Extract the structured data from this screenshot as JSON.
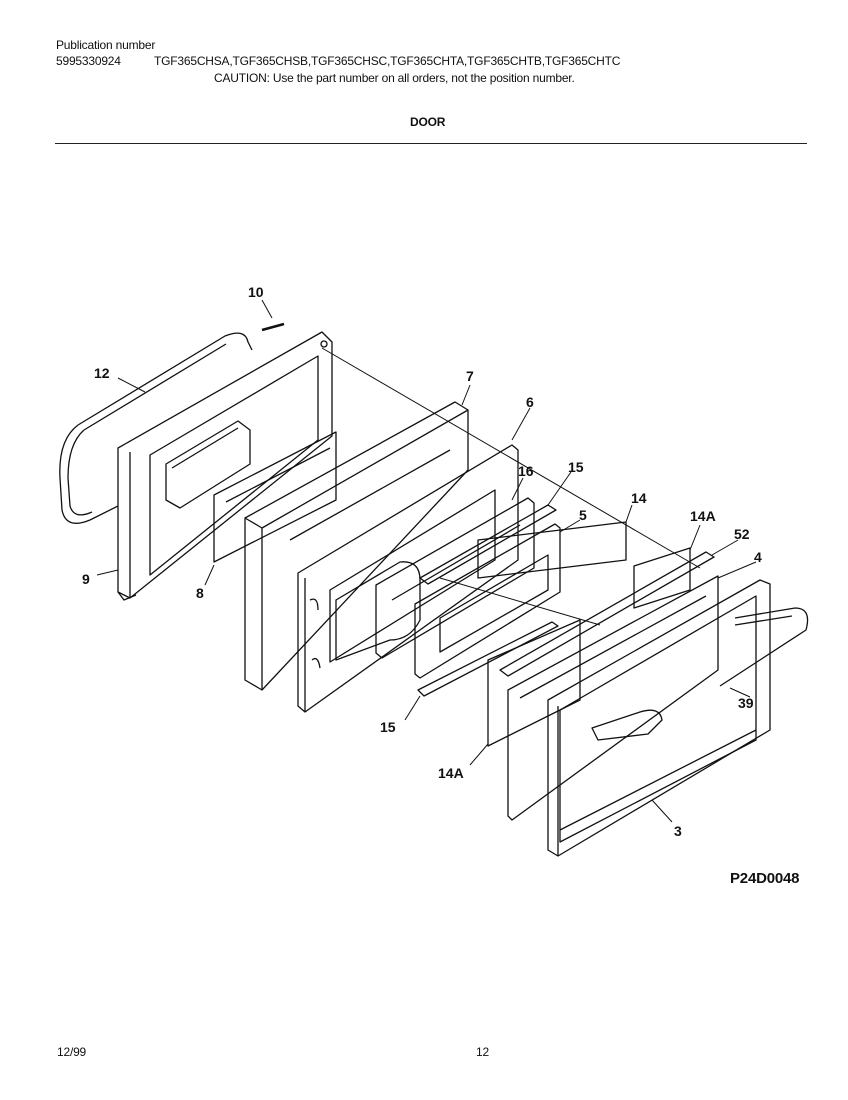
{
  "header": {
    "publication_label": "Publication number",
    "publication_number": "5995330924",
    "models": "TGF365CHSA,TGF365CHSB,TGF365CHSC,TGF365CHTA,TGF365CHTB,TGF365CHTC",
    "caution": "CAUTION: Use the part number on all orders, not the position number."
  },
  "section_title": "DOOR",
  "callouts": [
    "10",
    "12",
    "9",
    "8",
    "7",
    "6",
    "16",
    "15",
    "5",
    "14",
    "14A",
    "52",
    "4",
    "39",
    "15",
    "14A",
    "3"
  ],
  "drawing_id": "P24D0048",
  "footer": {
    "date": "12/99",
    "page": "12"
  }
}
